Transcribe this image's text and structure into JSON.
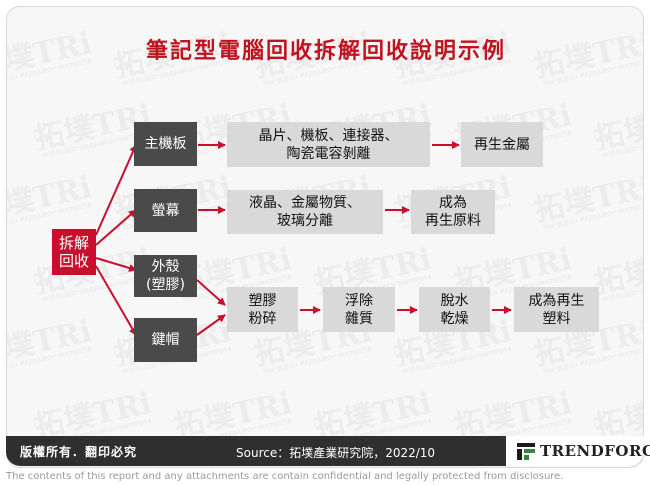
{
  "title": "筆記型電腦回收拆解回收說明示例",
  "nodes": {
    "root": "拆解\n回收",
    "mainboard": "主機板",
    "screen": "螢幕",
    "case": "外殼\n(塑膠)",
    "keycap": "鍵帽",
    "mainboard_step": "晶片、機板、連接器、\n陶瓷電容剝離",
    "mainboard_result": "再生金屬",
    "screen_step": "液晶、金屬物質、\n玻璃分離",
    "screen_result": "成為\n再生原料",
    "plastic_step1": "塑膠\n粉碎",
    "plastic_step2": "浮除\n雜質",
    "plastic_step3": "脫水\n乾燥",
    "plastic_result": "成為再生\n塑料"
  },
  "footer": {
    "rights": "版權所有．翻印必究",
    "source": "Source：拓墣產業研究院，2022/10",
    "brand": "TRENDFORCE",
    "disclaimer": "The contents of this report and any attachments are contain confidential and legally protected from disclosure."
  },
  "watermark": {
    "text": "拓墣TRi",
    "subtext": "TOPOLOGY RESEARCH INSTITUTE"
  },
  "colors": {
    "title": "#c1121f",
    "root": "#c8102e",
    "category": "#4a4a4a",
    "step": "#d9d9d9",
    "connector": "#c8102e"
  },
  "icons": [
    "trendforce-logo-icon"
  ]
}
